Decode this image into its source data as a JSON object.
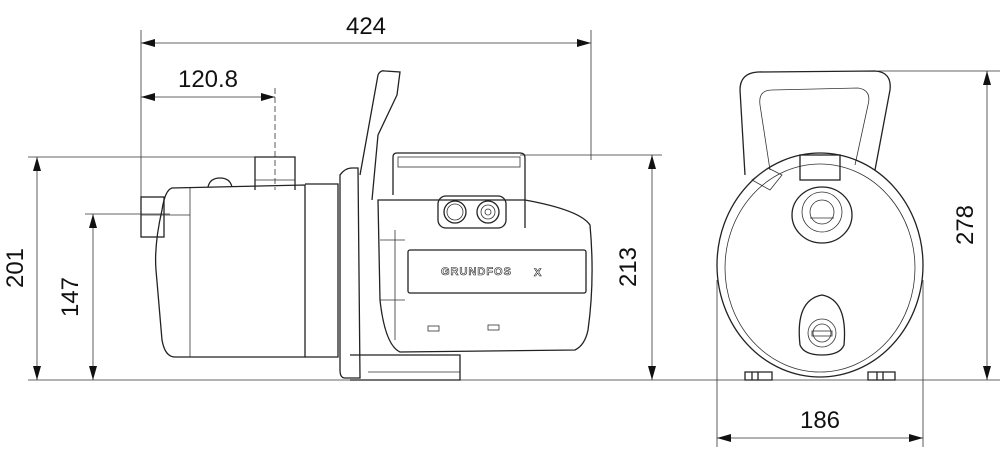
{
  "drawing": {
    "brand_label": "GRUNDFOS",
    "dimensions": {
      "overall_length": "424",
      "inlet_to_outlet": "120.8",
      "side_height": "201",
      "inlet_height": "147",
      "motor_height": "213",
      "front_height": "278",
      "front_width": "186"
    },
    "line_color": "#222222"
  }
}
